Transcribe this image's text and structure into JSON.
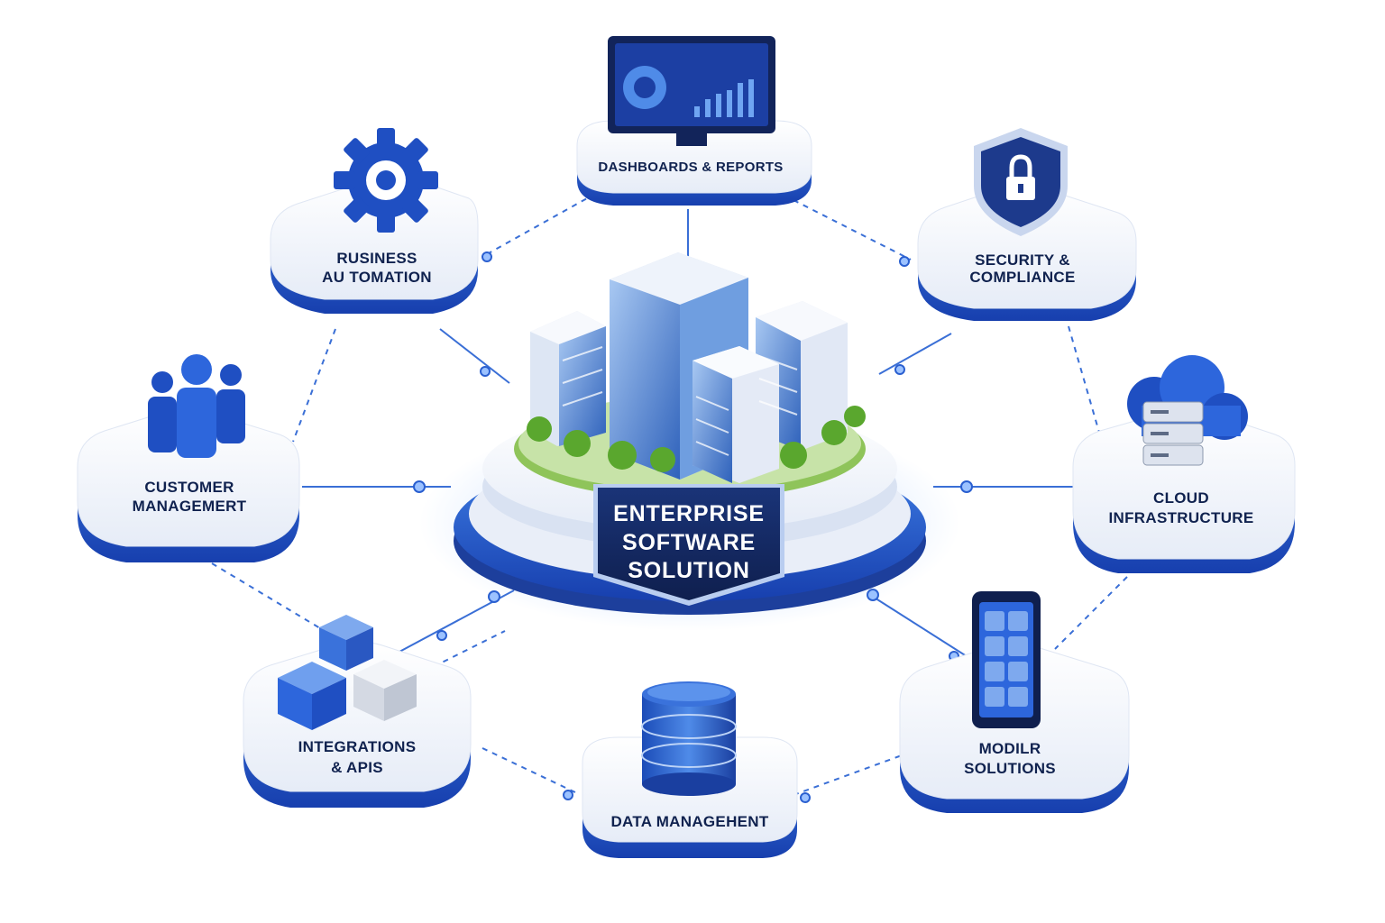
{
  "center": {
    "label_lines": [
      "ENTERPRISE",
      "SOFTWARE",
      "SOLUTION"
    ]
  },
  "nodes": {
    "dashboards": {
      "label_lines": [
        "DASHBOARDS & REPORTS"
      ],
      "icon": "monitor-chart-icon"
    },
    "business_automation": {
      "label_lines": [
        "RUSINESS",
        "AU TOMATION"
      ],
      "icon": "gear-icon"
    },
    "security": {
      "label_lines": [
        "SECURITY &",
        "COMPLIANCE"
      ],
      "icon": "shield-lock-icon"
    },
    "customer": {
      "label_lines": [
        "CUSTOMER",
        "MANAGEMERT"
      ],
      "icon": "people-icon"
    },
    "cloud": {
      "label_lines": [
        "CLOUD",
        "INFRASTRUCTURE"
      ],
      "icon": "cloud-server-icon"
    },
    "integrations": {
      "label_lines": [
        "INTEGRATIONS",
        "& APIS"
      ],
      "icon": "cubes-icon"
    },
    "data": {
      "label_lines": [
        "DATA MANAGEHENT"
      ],
      "icon": "database-icon"
    },
    "mobile": {
      "label_lines": [
        "MODILR",
        "SOLUTIONS"
      ],
      "icon": "smartphone-icon"
    }
  },
  "colors": {
    "primary_blue": "#1f54c8",
    "navy": "#12245a",
    "light_blue": "#4f8be8",
    "platform_white": "#f6f8fc",
    "greenery": "#6bb43a"
  }
}
